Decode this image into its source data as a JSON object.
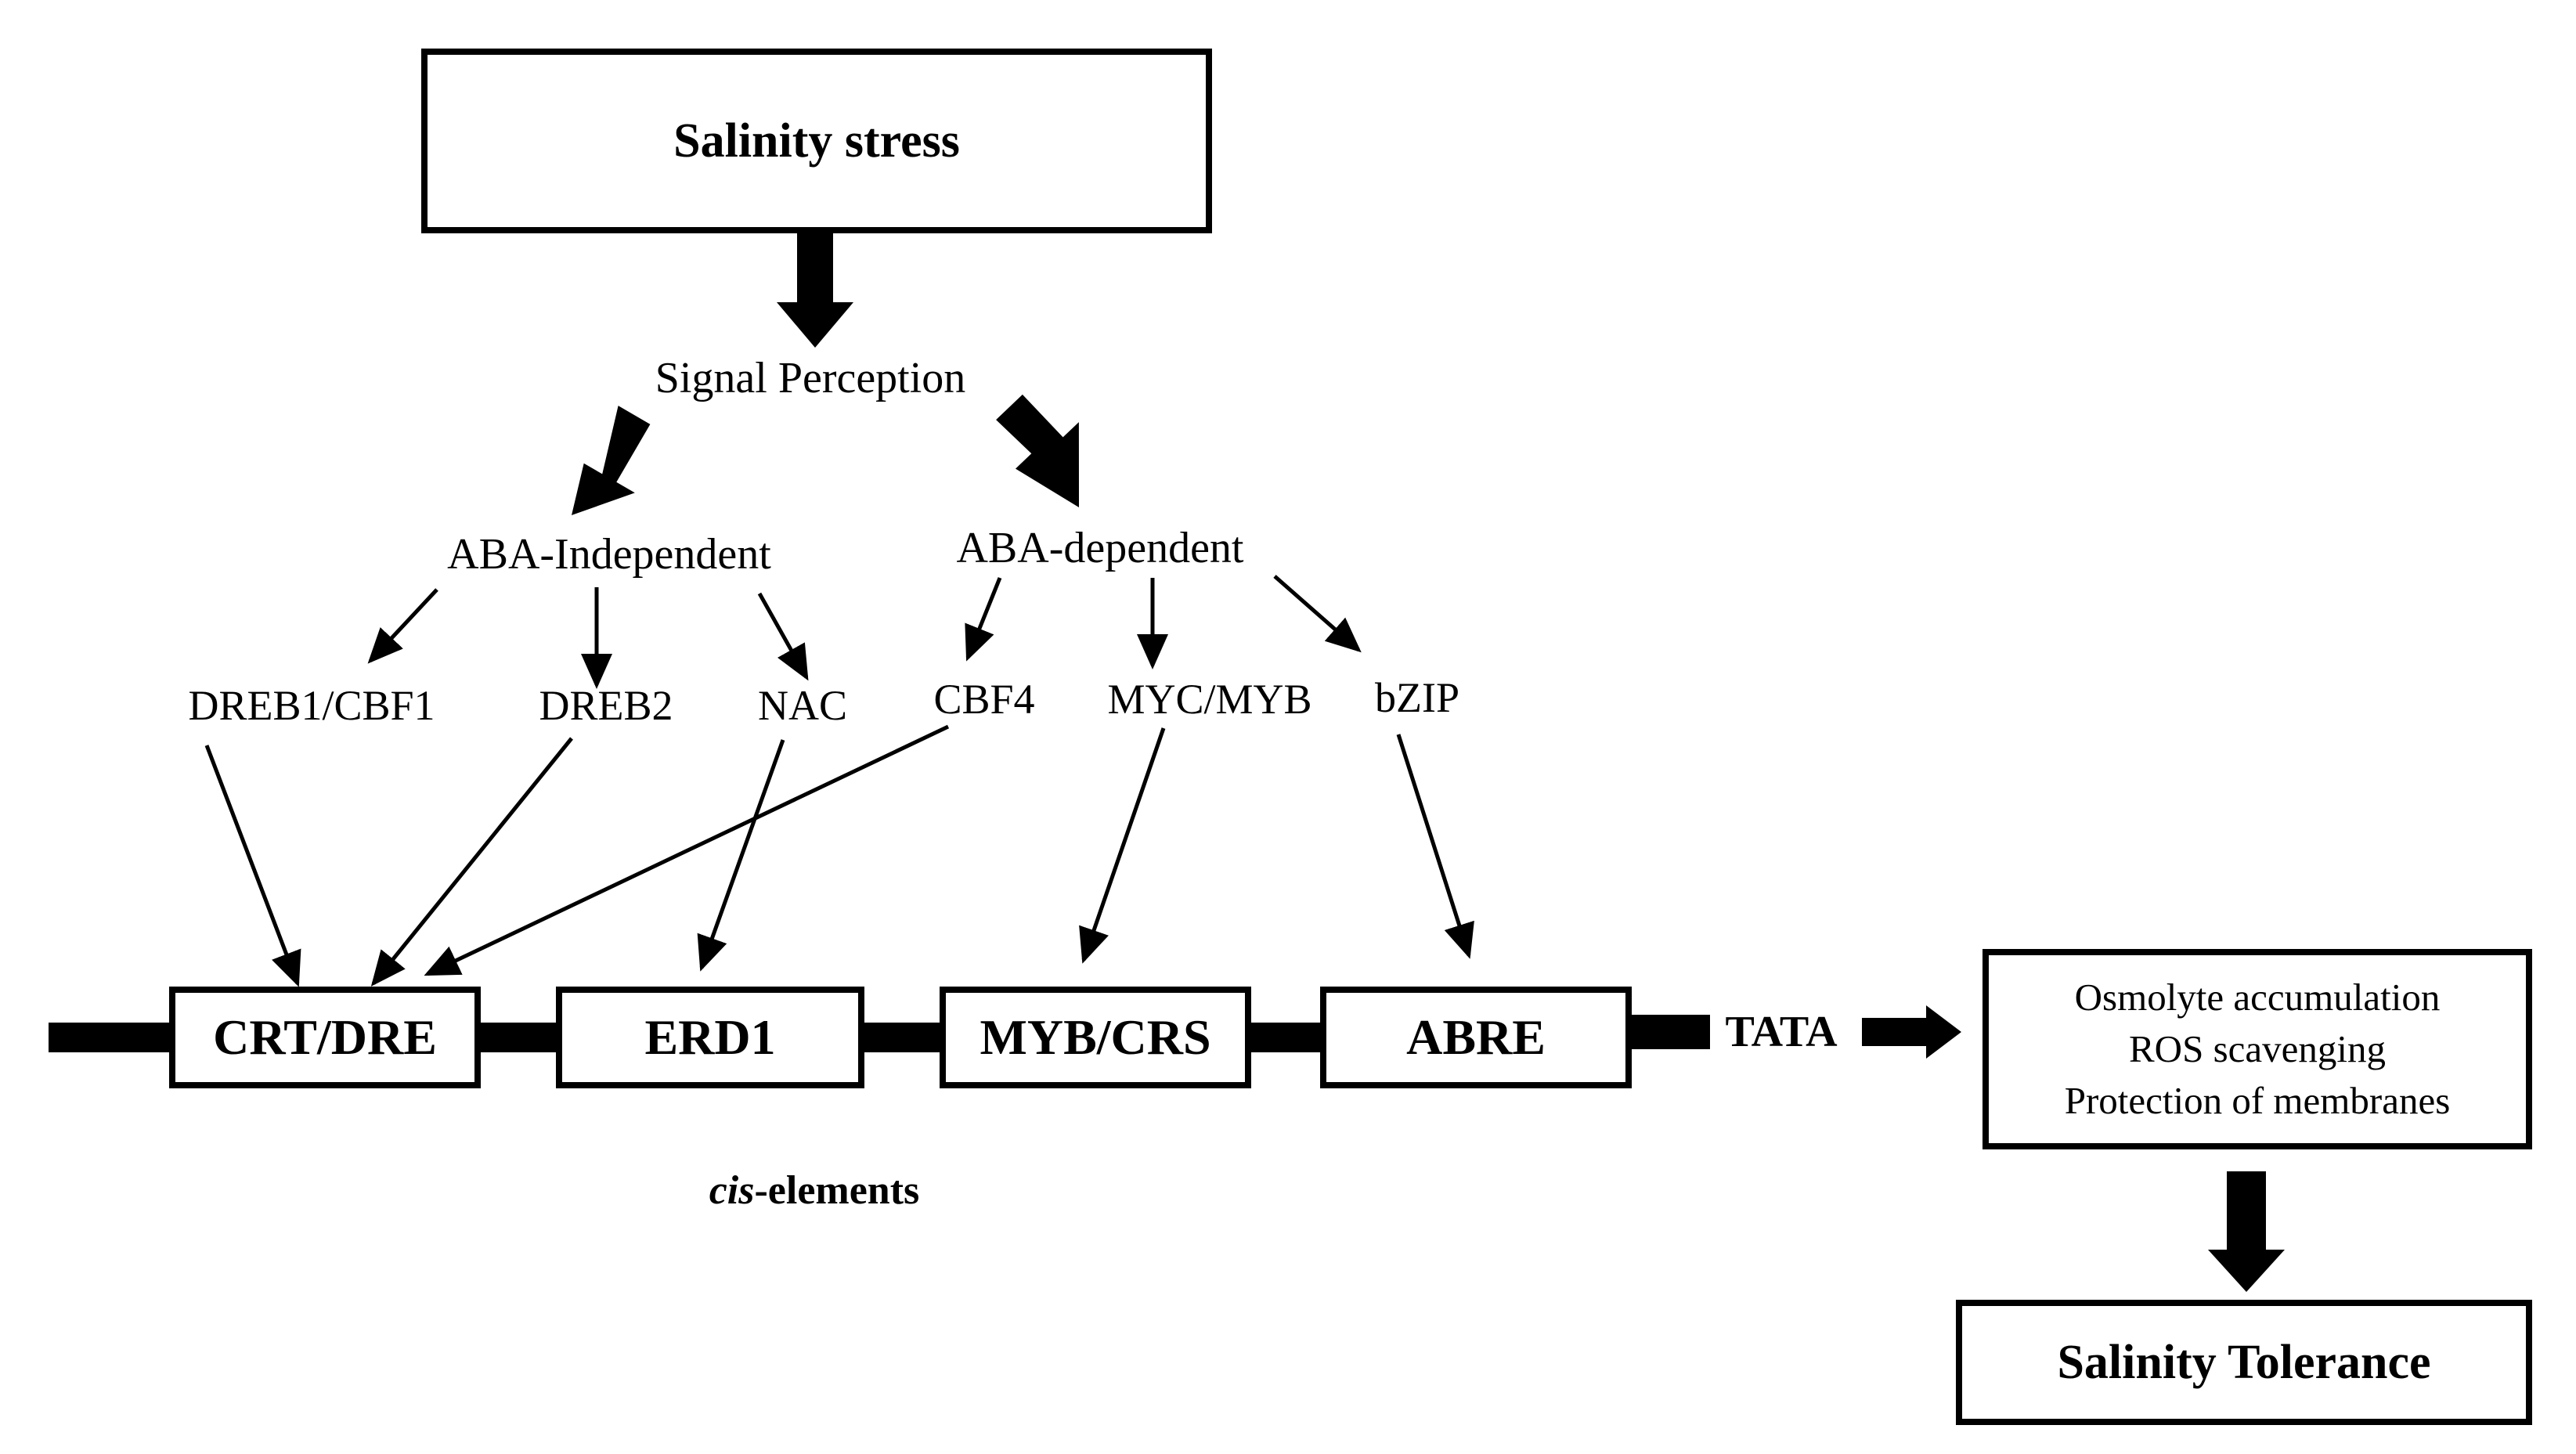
{
  "diagram": {
    "root": "Salinity stress",
    "perception": "Signal Perception",
    "pathways": {
      "independent": "ABA-Independent",
      "dependent": "ABA-dependent"
    },
    "transcription_factors": {
      "dreb1": "DREB1/CBF1",
      "dreb2": "DREB2",
      "nac": "NAC",
      "cbf4": "CBF4",
      "myc": "MYC/MYB",
      "bzip": "bZIP"
    },
    "cis_elements": {
      "crt": "CRT/DRE",
      "erd1": "ERD1",
      "myb": "MYB/CRS",
      "abre": "ABRE"
    },
    "tata": "TATA",
    "cis_caption": {
      "italic": "cis",
      "rest": "-elements"
    },
    "outcomes": [
      "Osmolyte accumulation",
      "ROS scavenging",
      "Protection of membranes"
    ],
    "result": "Salinity Tolerance"
  },
  "colors": {
    "ink": "#000000",
    "background": "#ffffff"
  }
}
